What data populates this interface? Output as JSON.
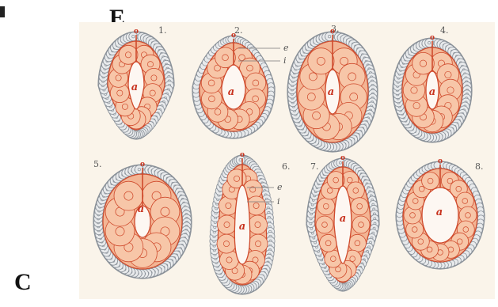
{
  "panel_letters": {
    "top": "E",
    "bottom": "C"
  },
  "figures": [
    {
      "number": "1.",
      "cavity": "a",
      "opening": "o"
    },
    {
      "number": "2.",
      "cavity": "a",
      "opening": "o",
      "labels": [
        "e",
        "i"
      ]
    },
    {
      "number": "3.",
      "cavity": "a",
      "opening": "o"
    },
    {
      "number": "4.",
      "cavity": "a",
      "opening": "o"
    },
    {
      "number": "5.",
      "cavity": "a",
      "opening": "o"
    },
    {
      "number": "6.",
      "cavity": "a",
      "opening": "o",
      "labels": [
        "e",
        "i"
      ]
    },
    {
      "number": "7.",
      "cavity": "a",
      "opening": "o"
    },
    {
      "number": "8.",
      "cavity": "a",
      "opening": "o"
    }
  ],
  "colors": {
    "endoderm": "#f3b594",
    "endoderm_outline": "#cf4a2c",
    "ectoderm": "#dcdfe2",
    "ectoderm_outline": "#8a9199",
    "background": "#faf4ea"
  }
}
